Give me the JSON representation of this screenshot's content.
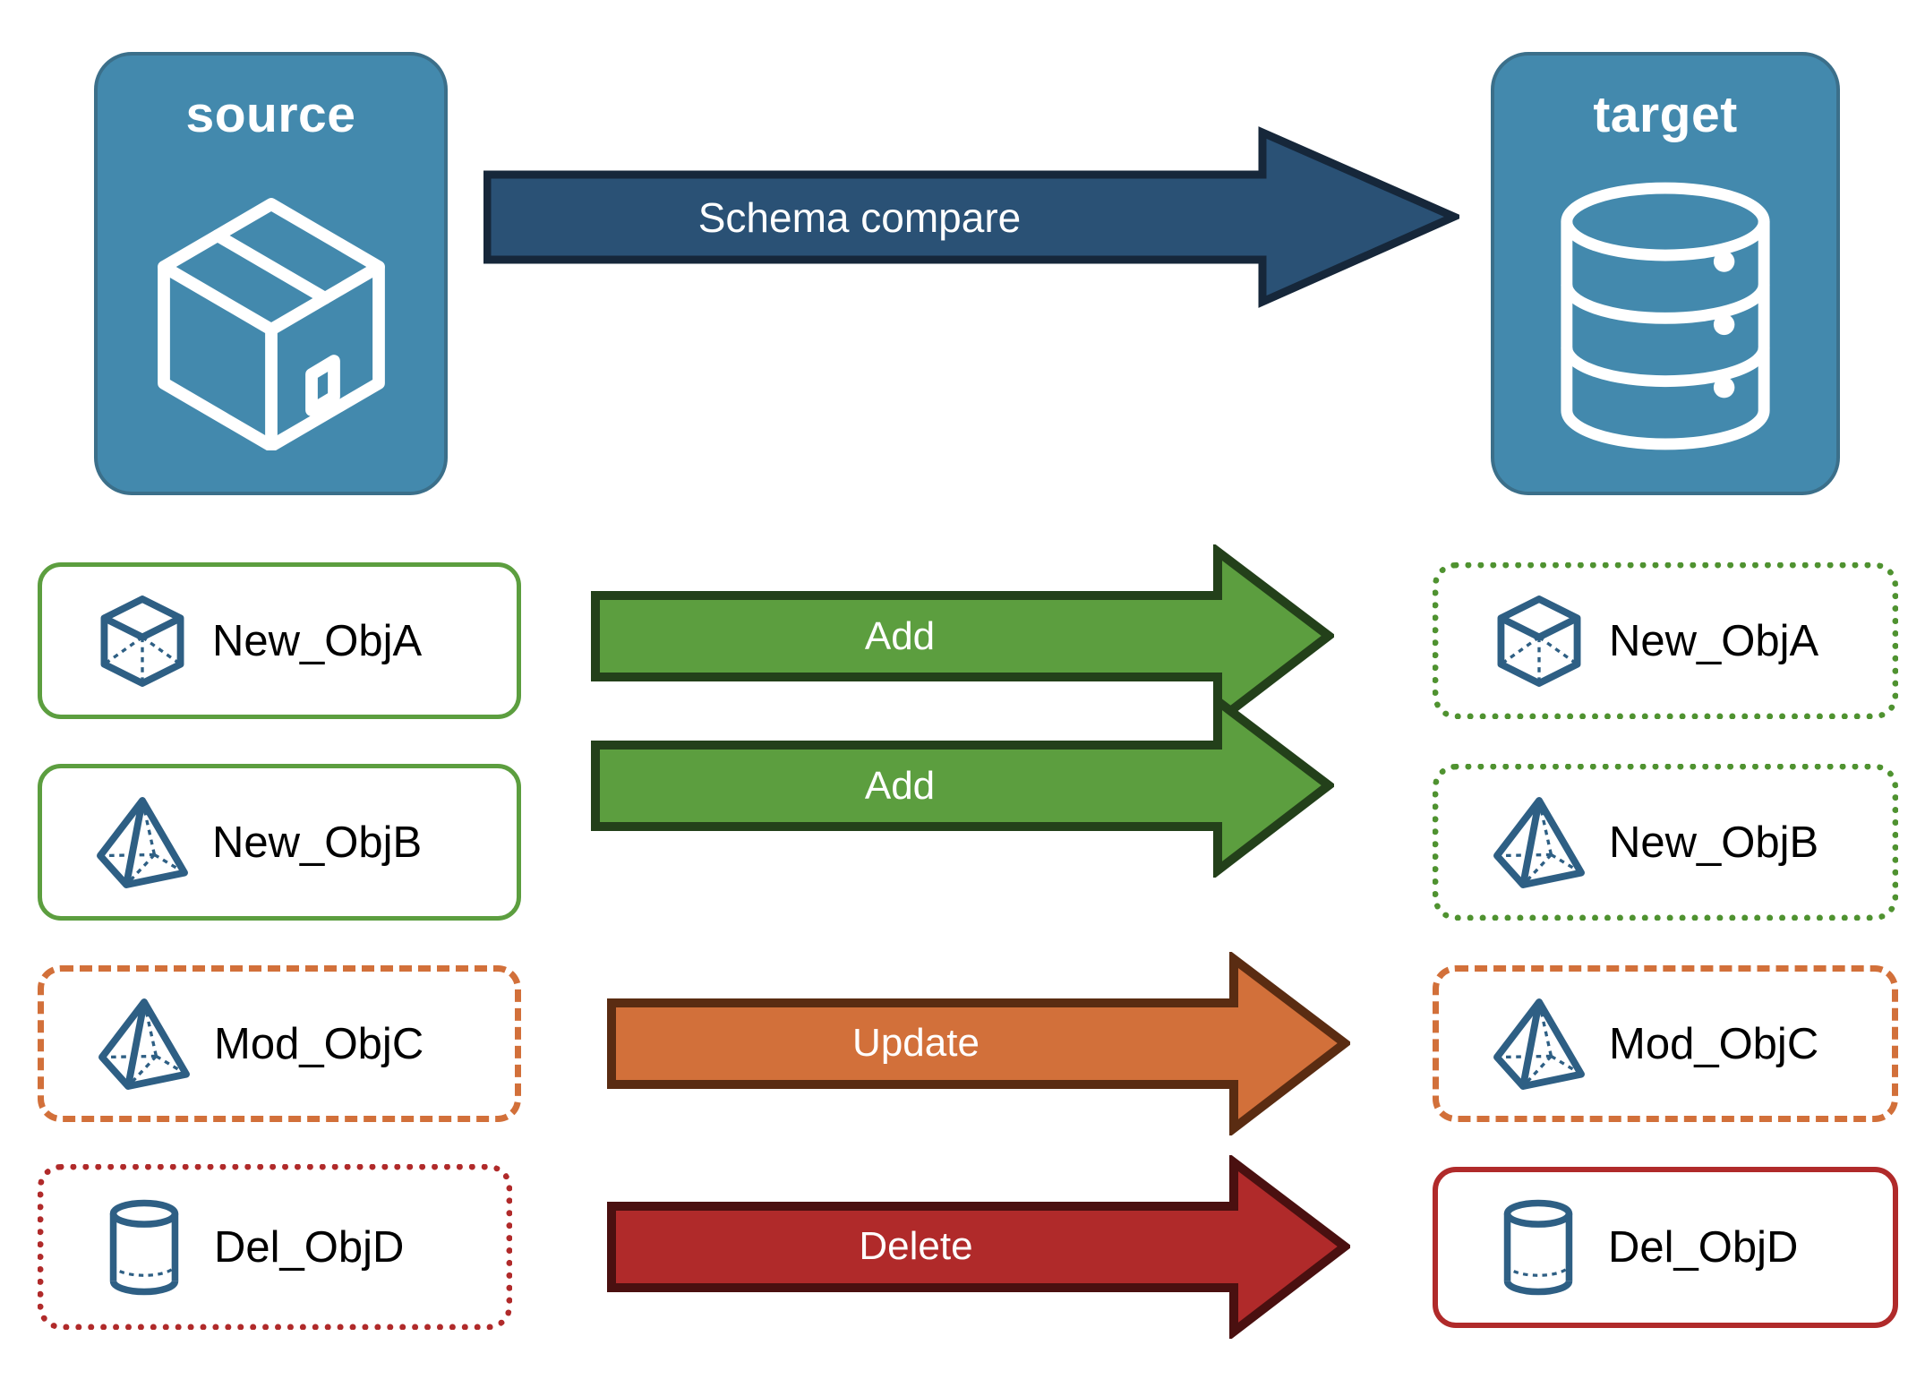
{
  "diagram": {
    "title": "Schema compare source to target",
    "colors": {
      "endpoint_fill": "#4389ad",
      "endpoint_border": "#3b6f8a",
      "compare_arrow_fill": "#2a5175",
      "compare_arrow_border": "#16273a",
      "add_fill": "#5c9e3f",
      "add_border": "#23401a",
      "update_fill": "#d2703a",
      "update_border": "#5a2c12",
      "delete_fill": "#b02a2a",
      "delete_border": "#4a1010",
      "object_icon": "#2e5f84",
      "green": "#5c9e3f",
      "orange": "#d2703a",
      "red": "#b02a2a"
    }
  },
  "endpoints": {
    "source": {
      "title": "source",
      "icon": "package-box-icon"
    },
    "target": {
      "title": "target",
      "icon": "database-cylinder-icon"
    }
  },
  "compare": {
    "label": "Schema compare",
    "icon": "right-arrow-icon"
  },
  "rows": [
    {
      "source": {
        "label": "New_ObjA",
        "icon": "wireframe-cube-icon",
        "border_style": "solid-green"
      },
      "action": {
        "label": "Add",
        "color_key": "add"
      },
      "target": {
        "label": "New_ObjA",
        "icon": "wireframe-cube-icon",
        "border_style": "dotted-green"
      }
    },
    {
      "source": {
        "label": "New_ObjB",
        "icon": "wireframe-pyramid-icon",
        "border_style": "solid-green"
      },
      "action": {
        "label": "Add",
        "color_key": "add"
      },
      "target": {
        "label": "New_ObjB",
        "icon": "wireframe-pyramid-icon",
        "border_style": "dotted-green"
      }
    },
    {
      "source": {
        "label": "Mod_ObjC",
        "icon": "wireframe-pyramid-icon",
        "border_style": "dashed-orange"
      },
      "action": {
        "label": "Update",
        "color_key": "update"
      },
      "target": {
        "label": "Mod_ObjC",
        "icon": "wireframe-pyramid-icon",
        "border_style": "dashed-orange"
      }
    },
    {
      "source": {
        "label": "Del_ObjD",
        "icon": "wireframe-cylinder-icon",
        "border_style": "dotted-red"
      },
      "action": {
        "label": "Delete",
        "color_key": "delete"
      },
      "target": {
        "label": "Del_ObjD",
        "icon": "wireframe-cylinder-icon",
        "border_style": "solid-red"
      }
    }
  ]
}
